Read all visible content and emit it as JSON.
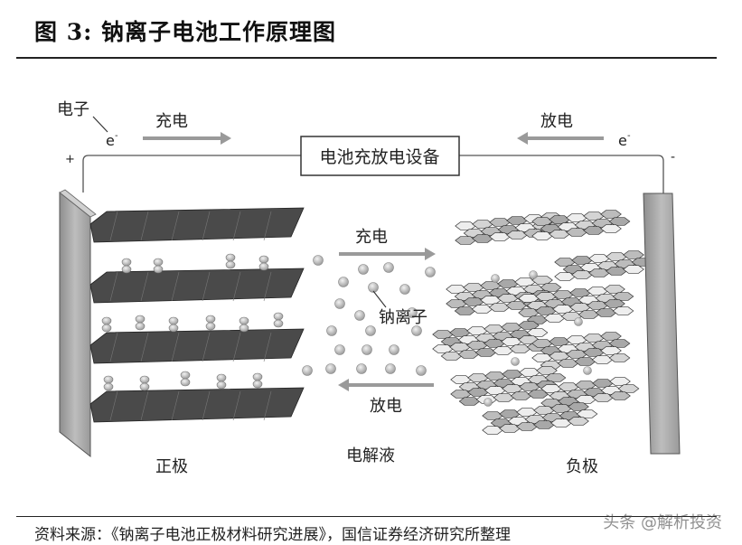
{
  "figure": {
    "title": "图 3:  钠离子电池工作原理图",
    "source": "资料来源：《钠离子电池正极材料研究进展》，国信证券经济研究所整理",
    "watermark": "头条 @解析投资"
  },
  "diagram": {
    "device_label": "电池充放电设备",
    "electron_label": "电子",
    "electron_symbol": "e",
    "electron_superscript": "-",
    "plus_sign": "+",
    "minus_sign": "-",
    "top_charge_label": "充电",
    "top_discharge_label": "放电",
    "mid_charge_label": "充电",
    "mid_discharge_label": "放电",
    "ion_label": "钠离子",
    "cathode_label": "正极",
    "electrolyte_label": "电解液",
    "anode_label": "负极"
  },
  "colors": {
    "charge_arrow": "#9a9a9a",
    "layer_dark": "#4a4a4a",
    "ion_light": "#c9c9c9",
    "electrode_plate": "#a8a8a8"
  }
}
